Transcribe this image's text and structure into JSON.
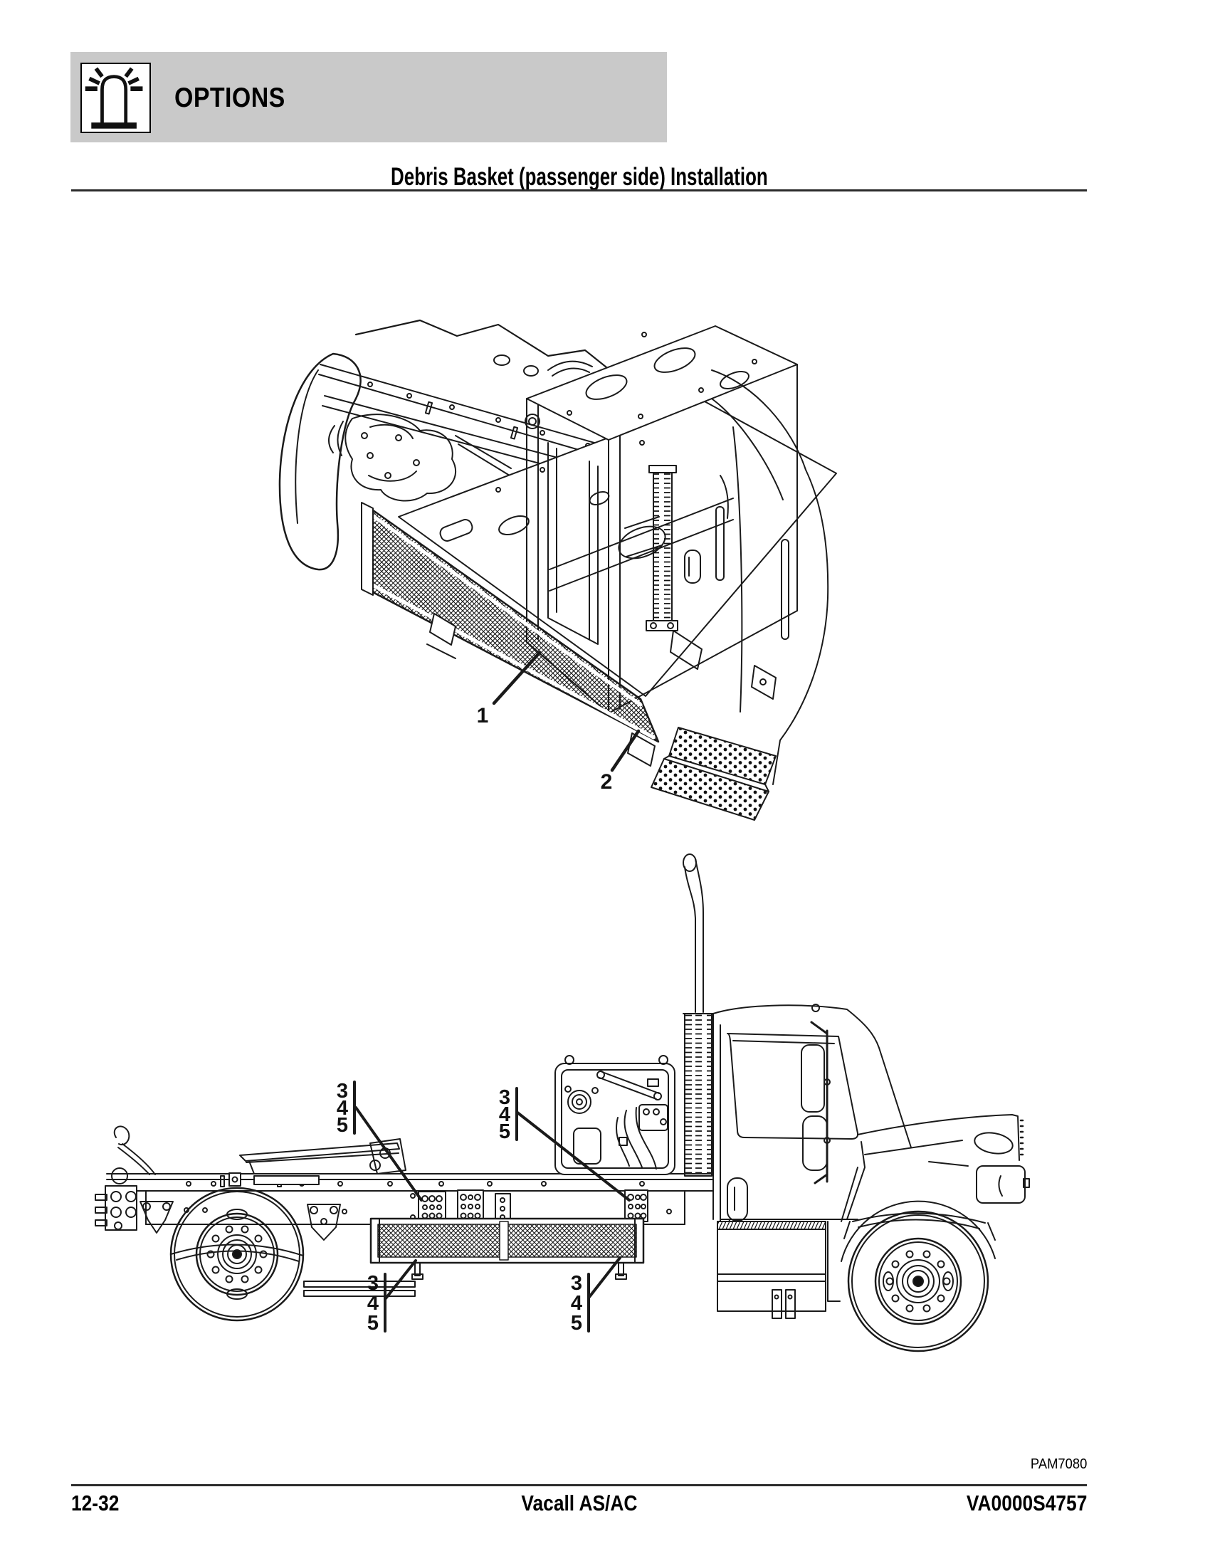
{
  "header": {
    "icon": "beacon-light-icon",
    "section_label": "OPTIONS"
  },
  "title": "Debris Basket (passenger side) Installation",
  "callouts": {
    "basket": "1",
    "mount_bracket": "2",
    "hardware_group": [
      "3",
      "4",
      "5"
    ]
  },
  "figure_ref": "PAM7080",
  "footer": {
    "page_number": "12-32",
    "product": "Vacall AS/AC",
    "document_number": "VA0000S4757"
  },
  "colors": {
    "header_bar": "#c9c9c9",
    "ink": "#1a1a1a"
  }
}
